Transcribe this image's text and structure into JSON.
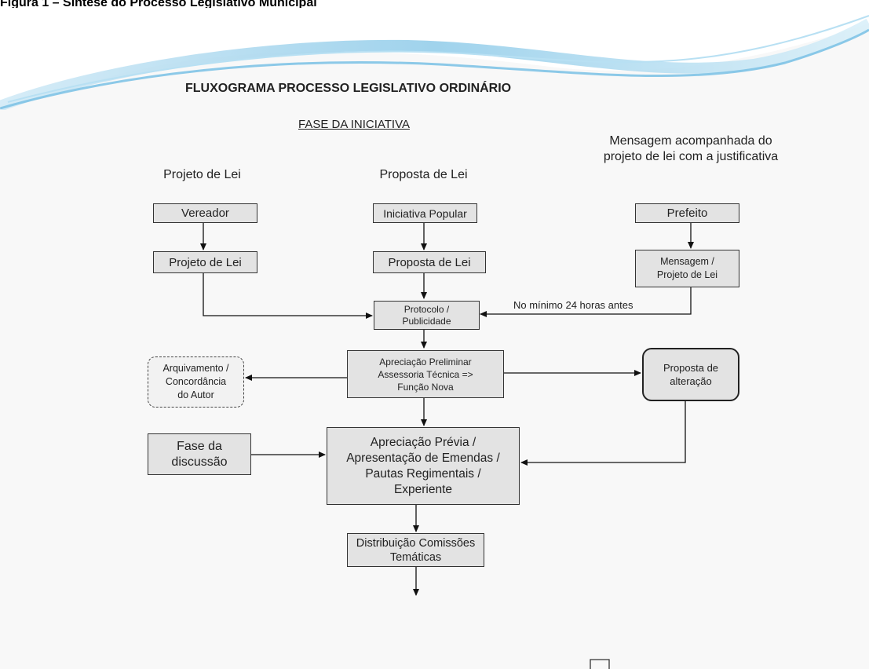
{
  "figure_caption": "Figura 1 – Síntese do Processo Legislativo Municipal",
  "title": "FLUXOGRAMA PROCESSO LEGISLATIVO ORDINÁRIO",
  "phase": "FASE DA INICIATIVA",
  "columns": {
    "left_heading": "Projeto de Lei",
    "center_heading": "Proposta de Lei",
    "right_heading": "Mensagem acompanhada do\nprojeto de lei com a justificativa"
  },
  "nodes": {
    "vereador": "Vereador",
    "projeto_de_lei": "Projeto de Lei",
    "iniciativa_popular": "Iniciativa Popular",
    "proposta_de_lei": "Proposta de Lei",
    "prefeito": "Prefeito",
    "mensagem_projeto": "Mensagem /\nProjeto de Lei",
    "protocolo": "Protocolo /\nPublicidade",
    "apreciacao_preliminar": "Apreciação Preliminar\nAssessoria Técnica =>\nFunção Nova",
    "arquivamento": "Arquivamento /\nConcordância\ndo Autor",
    "proposta_alteracao": "Proposta de\nalteração",
    "fase_discussao": "Fase da\ndiscussão",
    "apreciacao_previa": "Apreciação Prévia /\nApresentação de Emendas /\nPautas Regimentais /\nExperiente",
    "distribuicao": "Distribuição Comissões\nTemáticas"
  },
  "edge_labels": {
    "minimo_24h": "No mínimo 24 horas antes"
  },
  "colors": {
    "box_fill": "#e3e3e3",
    "box_border": "#333333",
    "wave_blue": "#7fc3e6",
    "wave_light": "#d6eef9"
  }
}
